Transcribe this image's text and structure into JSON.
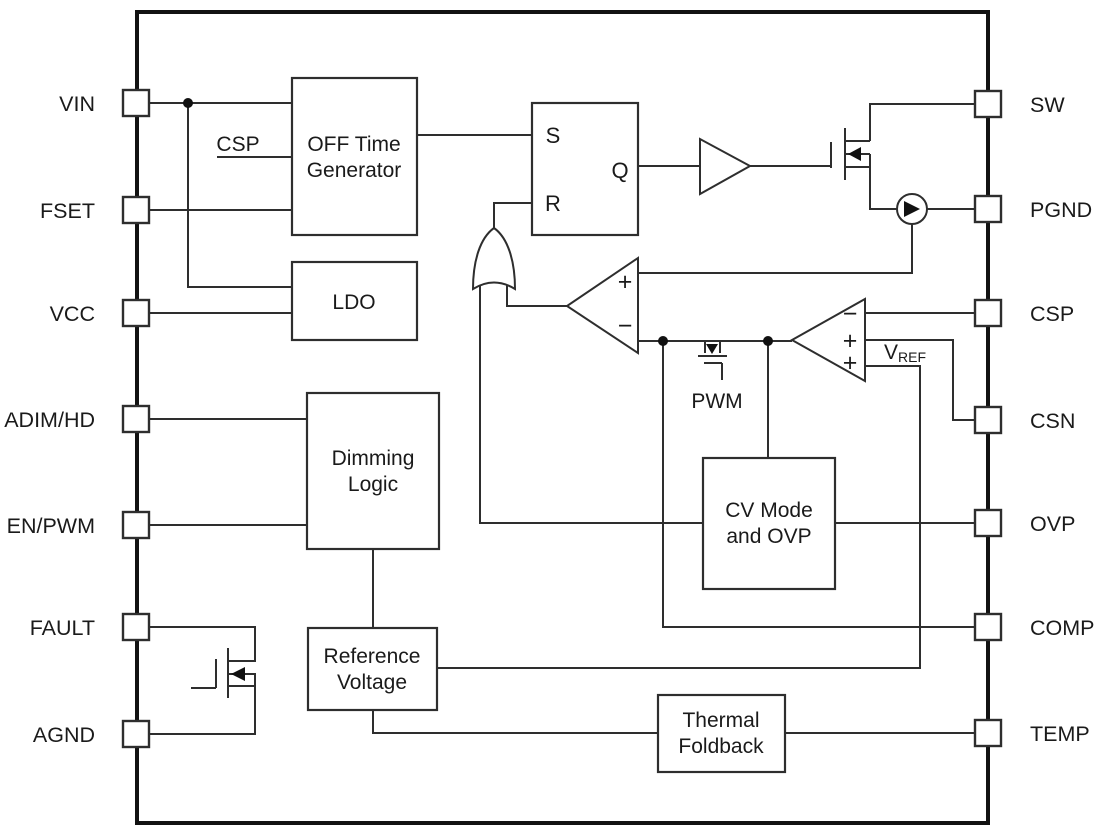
{
  "diagram": {
    "type": "ic-functional-block-diagram",
    "background_color": "#ffffff",
    "line_color": "#2e2e2e",
    "border_color": "#121212",
    "text_color": "#1a1a1a"
  },
  "pins": {
    "left": [
      {
        "label": "VIN"
      },
      {
        "label": "FSET"
      },
      {
        "label": "VCC"
      },
      {
        "label": "ADIM/HD"
      },
      {
        "label": "EN/PWM"
      },
      {
        "label": "FAULT"
      },
      {
        "label": "AGND"
      }
    ],
    "right": [
      {
        "label": "SW"
      },
      {
        "label": "PGND"
      },
      {
        "label": "CSP"
      },
      {
        "label": "CSN"
      },
      {
        "label": "OVP"
      },
      {
        "label": "COMP"
      },
      {
        "label": "TEMP"
      }
    ]
  },
  "blocks": {
    "off_time_generator": {
      "lines": [
        "OFF Time",
        "Generator"
      ]
    },
    "ldo": {
      "lines": [
        "LDO"
      ]
    },
    "dimming_logic": {
      "lines": [
        "Dimming",
        "Logic"
      ]
    },
    "reference_voltage": {
      "lines": [
        "Reference",
        "Voltage"
      ]
    },
    "cv_mode_ovp": {
      "lines": [
        "CV Mode",
        "and OVP"
      ]
    },
    "thermal_foldback": {
      "lines": [
        "Thermal",
        "Foldback"
      ]
    }
  },
  "latch": {
    "s": "S",
    "r": "R",
    "q": "Q"
  },
  "labels": {
    "csp_internal": "CSP",
    "pwm": "PWM",
    "vref_main": "V",
    "vref_sub": "REF"
  },
  "signs": {
    "plus": "+",
    "minus": "−"
  }
}
